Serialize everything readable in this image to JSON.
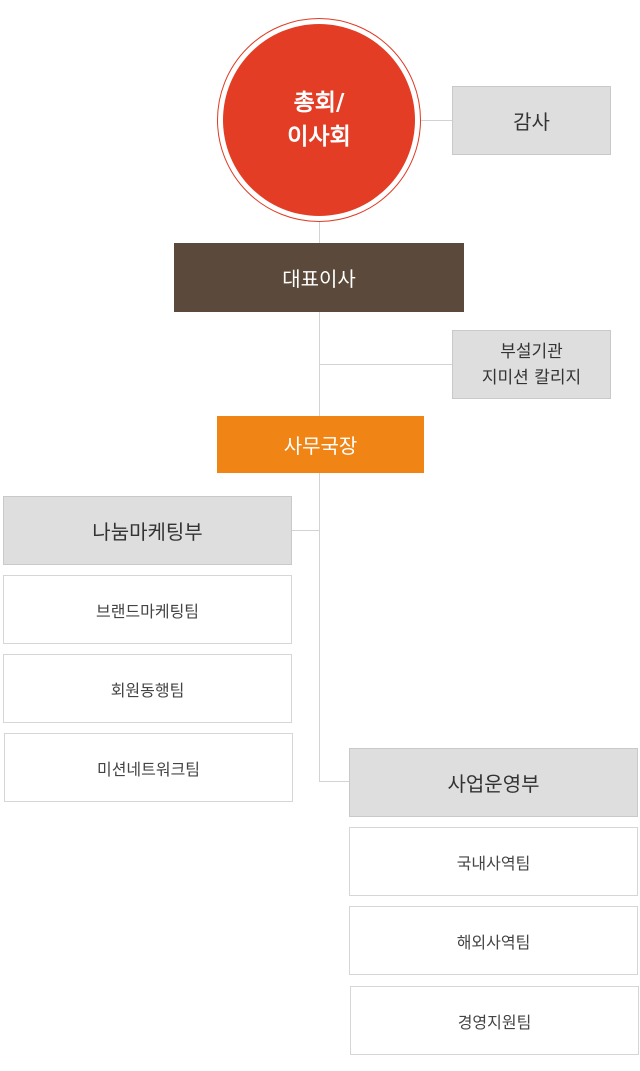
{
  "colors": {
    "assembly": "#e43d26",
    "ceo": "#5b4a3b",
    "secretary_general": "#f08516",
    "department": "#dedede",
    "team": "#ffffff",
    "connector": "#d3d3d3"
  },
  "assembly": {
    "line1": "총회/",
    "line2": "이사회"
  },
  "auditor": "감사",
  "ceo": "대표이사",
  "affiliate": {
    "line1": "부설기관",
    "line2": "지미션 칼리지"
  },
  "secretary_general": "사무국장",
  "departments": [
    {
      "name": "나눔마케팅부",
      "teams": [
        "브랜드마케팅팀",
        "회원동행팀",
        "미션네트워크팀"
      ]
    },
    {
      "name": "사업운영부",
      "teams": [
        "국내사역팀",
        "해외사역팀",
        "경영지원팀"
      ]
    }
  ]
}
